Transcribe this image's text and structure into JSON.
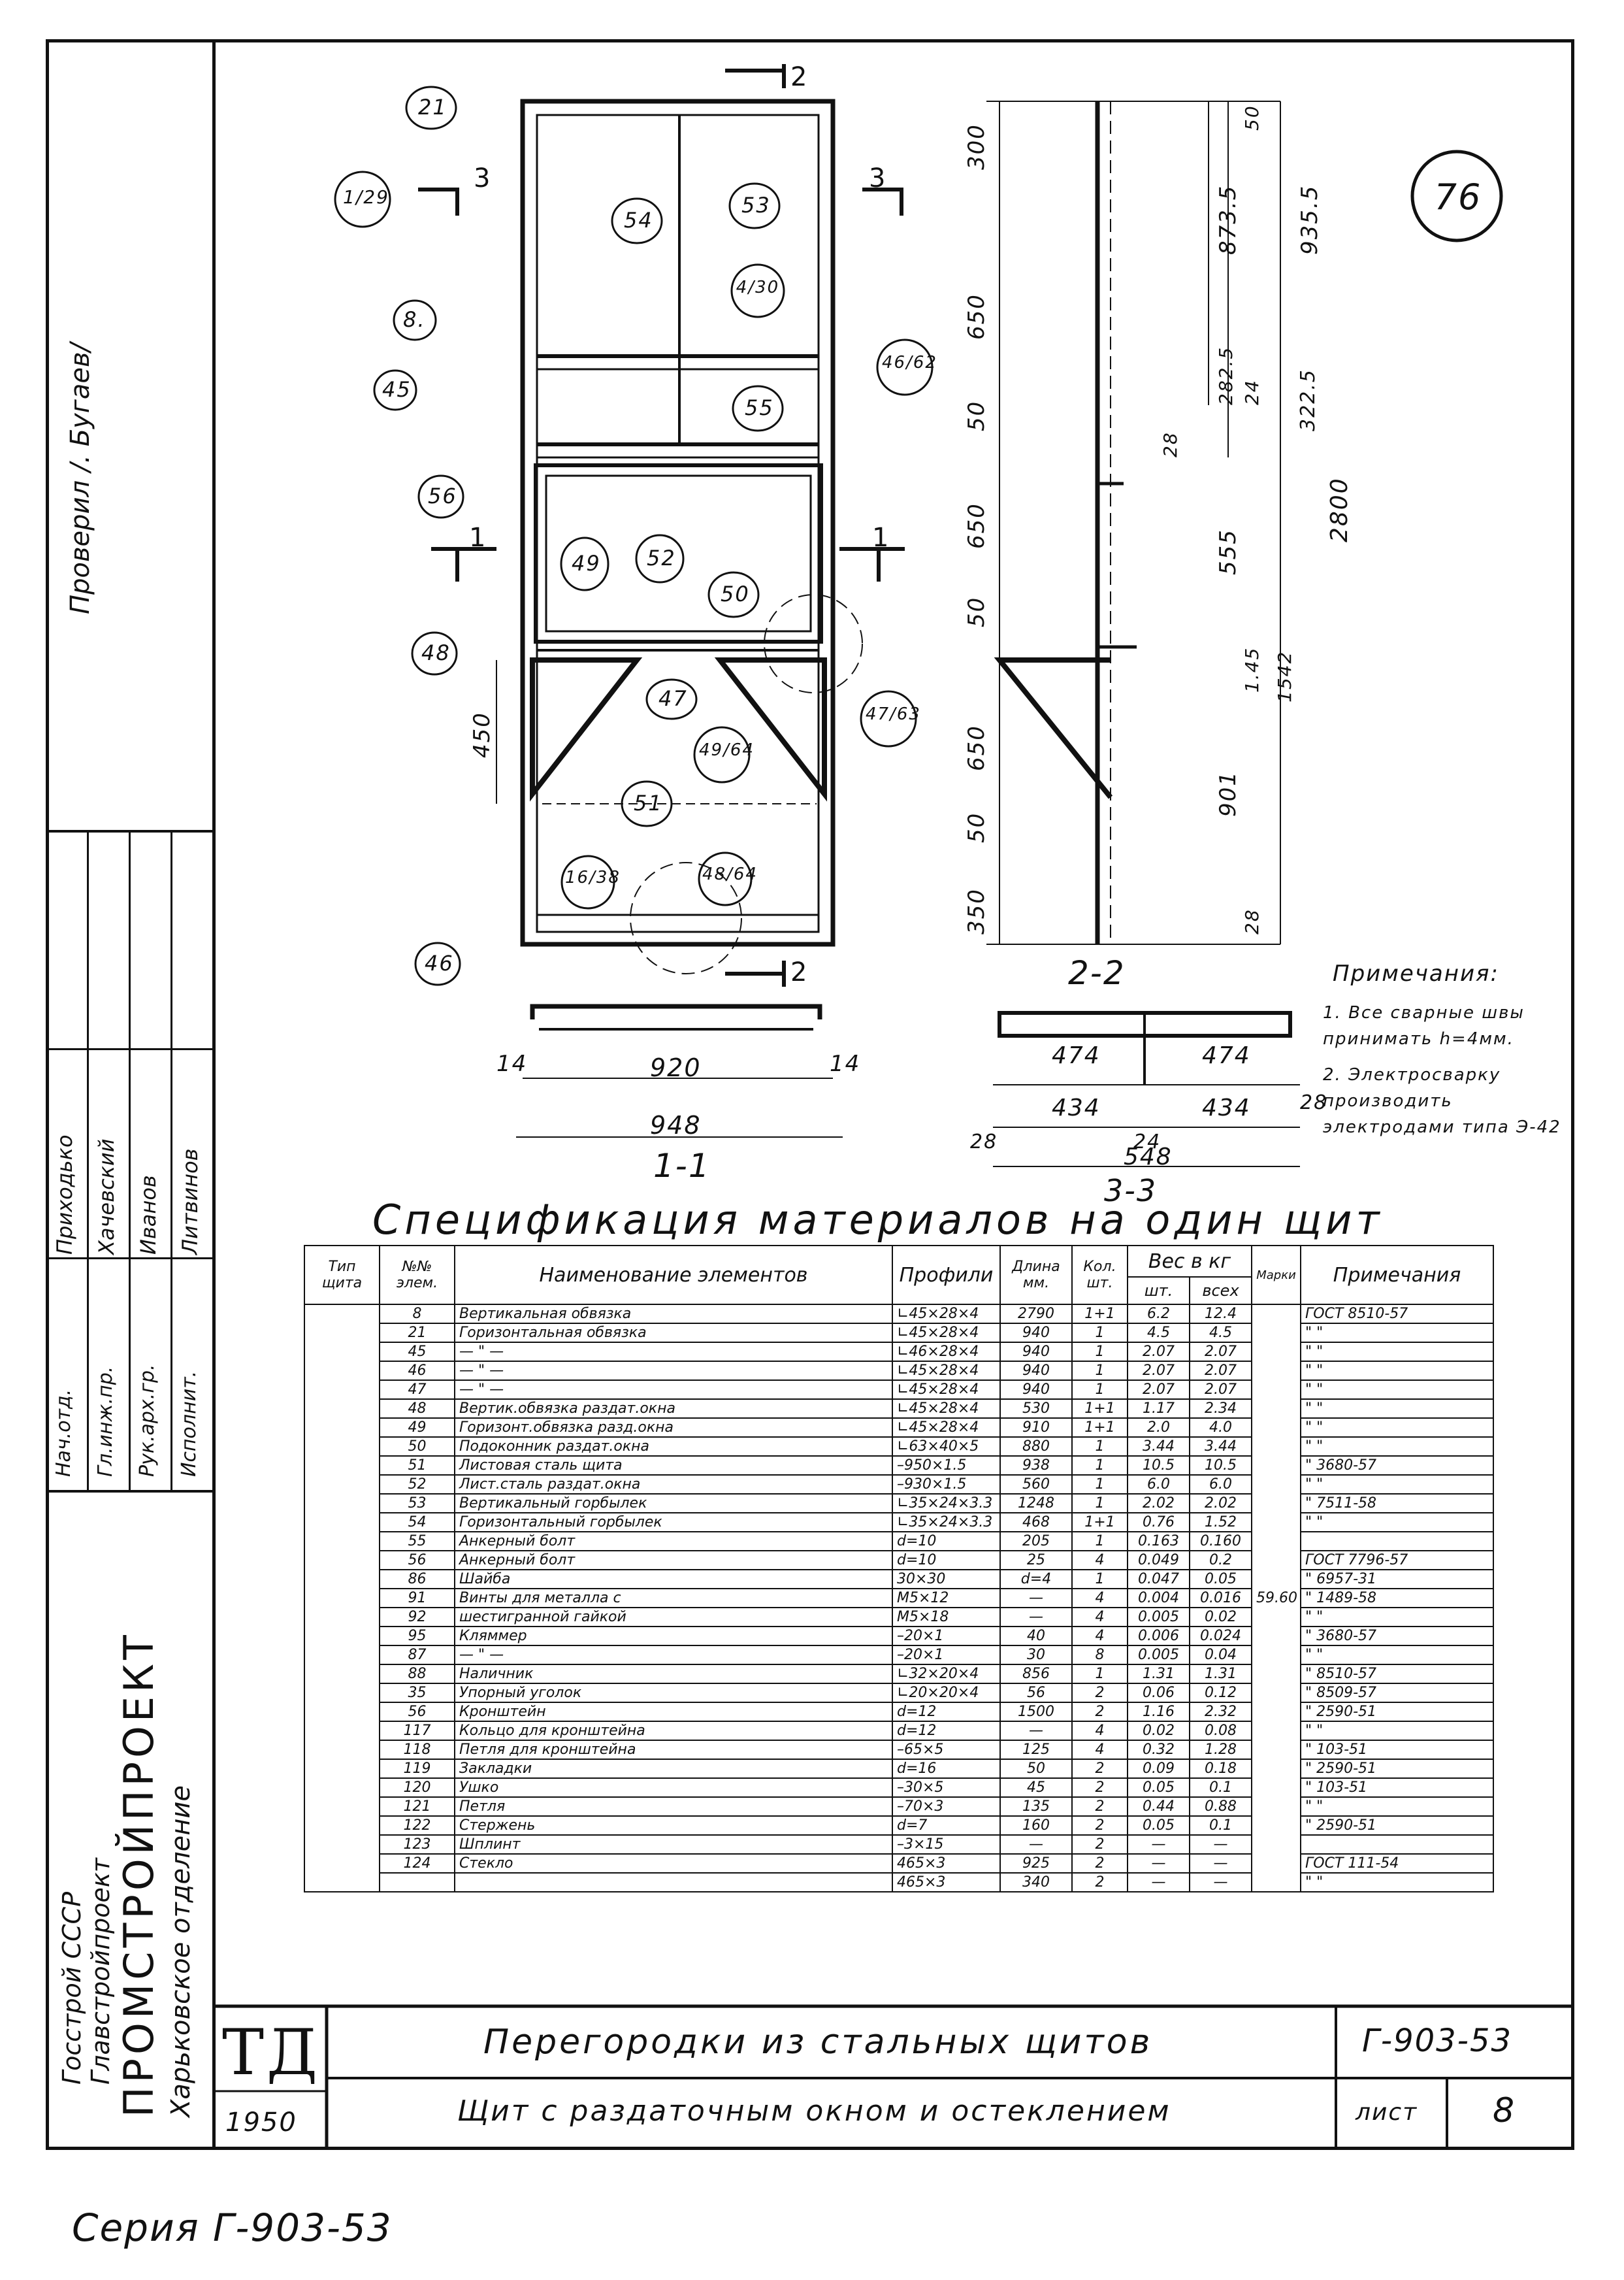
{
  "sheet_code": "76",
  "series_caption": "Серия Г-903-53",
  "checked_by": "Проверил /. Бугаев/",
  "org": {
    "line1": "Госстрой СССР",
    "line2": "Главстройпроект",
    "name": "ПРОМСТРОЙПРОЕКТ",
    "branch": "Харьковское отделение"
  },
  "signatures": [
    {
      "role": "Нач.отд.",
      "name": "Приходько"
    },
    {
      "role": "Гл.инж.пр.",
      "name": "Хачевский"
    },
    {
      "role": "Рук.арх.гр.",
      "name": "Иванов"
    },
    {
      "role": "Исполнит.",
      "name": "Литвинов"
    }
  ],
  "title_block": {
    "td": "ТД",
    "year": "1950",
    "title": "Перегородки из стальных щитов",
    "subtitle": "Щит с раздаточным окном и остеклением",
    "code": "Г-903-53",
    "sheet_label": "лист",
    "sheet_no": "8"
  },
  "drawing": {
    "section_marks": [
      "2",
      "3",
      "1",
      "2",
      "3",
      "1"
    ],
    "callouts": [
      "21",
      "1/29",
      "54",
      "53",
      "4/30",
      "8.",
      "45",
      "46/62",
      "55",
      "56",
      "49",
      "52",
      "50",
      "48",
      "47",
      "47/63",
      "49/64",
      "51",
      "16/38",
      "48/64",
      "46"
    ],
    "dim_left": [
      "450"
    ],
    "dim_main": [
      "300",
      "650",
      "50",
      "650",
      "50",
      "650",
      "50",
      "350"
    ],
    "dim_right": [
      "873.5",
      "935.5",
      "282.5",
      "24",
      "322.5",
      "555",
      "28",
      "1.45",
      "1542",
      "901",
      "28",
      "2800",
      "50"
    ],
    "view_labels": [
      "1-1",
      "2-2",
      "3-3"
    ],
    "section11_dims": [
      "14",
      "920",
      "14",
      "948"
    ],
    "section33_dims": [
      "474",
      "474",
      "434",
      "434",
      "28",
      "24",
      "28",
      "548"
    ]
  },
  "notes": {
    "title": "Примечания:",
    "items": [
      "1. Все сварные швы принимать h=4мм.",
      "2. Электросварку производить электродами типа Э-42"
    ]
  },
  "spec": {
    "title": "Спецификация материалов на один щит",
    "headers": {
      "type": "Тип щита",
      "num": "№№ элем.",
      "name": "Наименование элементов",
      "profile": "Профили",
      "length": "Длина мм.",
      "qty": "Кол. шт.",
      "weight": "Вес в кг",
      "w_each": "шт.",
      "w_total": "всех",
      "mark": "Марки",
      "note": "Примечания"
    },
    "total_weight": "59.60",
    "rows": [
      {
        "n": "8",
        "name": "Вертикальная обвязка",
        "profile": "∟45×28×4",
        "len": "2790",
        "qty": "1+1",
        "we": "6.2",
        "wt": "12.4",
        "note": "ГОСТ 8510-57"
      },
      {
        "n": "21",
        "name": "Горизонтальная обвязка",
        "profile": "∟45×28×4",
        "len": "940",
        "qty": "1",
        "we": "4.5",
        "wt": "4.5",
        "note": "\" \""
      },
      {
        "n": "45",
        "name": "— \" —",
        "profile": "∟46×28×4",
        "len": "940",
        "qty": "1",
        "we": "2.07",
        "wt": "2.07",
        "note": "\" \""
      },
      {
        "n": "46",
        "name": "— \" —",
        "profile": "∟45×28×4",
        "len": "940",
        "qty": "1",
        "we": "2.07",
        "wt": "2.07",
        "note": "\" \""
      },
      {
        "n": "47",
        "name": "— \" —",
        "profile": "∟45×28×4",
        "len": "940",
        "qty": "1",
        "we": "2.07",
        "wt": "2.07",
        "note": "\" \""
      },
      {
        "n": "48",
        "name": "Вертик.обвязка раздат.окна",
        "profile": "∟45×28×4",
        "len": "530",
        "qty": "1+1",
        "we": "1.17",
        "wt": "2.34",
        "note": "\" \""
      },
      {
        "n": "49",
        "name": "Горизонт.обвязка разд.окна",
        "profile": "∟45×28×4",
        "len": "910",
        "qty": "1+1",
        "we": "2.0",
        "wt": "4.0",
        "note": "\" \""
      },
      {
        "n": "50",
        "name": "Подоконник раздат.окна",
        "profile": "∟63×40×5",
        "len": "880",
        "qty": "1",
        "we": "3.44",
        "wt": "3.44",
        "note": "\" \""
      },
      {
        "n": "51",
        "name": "Листовая сталь щита",
        "profile": "–950×1.5",
        "len": "938",
        "qty": "1",
        "we": "10.5",
        "wt": "10.5",
        "note": "\" 3680-57"
      },
      {
        "n": "52",
        "name": "Лист.сталь раздат.окна",
        "profile": "–930×1.5",
        "len": "560",
        "qty": "1",
        "we": "6.0",
        "wt": "6.0",
        "note": "\" \""
      },
      {
        "n": "53",
        "name": "Вертикальный горбылек",
        "profile": "∟35×24×3.3",
        "len": "1248",
        "qty": "1",
        "we": "2.02",
        "wt": "2.02",
        "note": "\" 7511-58"
      },
      {
        "n": "54",
        "name": "Горизонтальный горбылек",
        "profile": "∟35×24×3.3",
        "len": "468",
        "qty": "1+1",
        "we": "0.76",
        "wt": "1.52",
        "note": "\" \""
      },
      {
        "n": "55",
        "name": "Анкерный болт",
        "profile": "d=10",
        "len": "205",
        "qty": "1",
        "we": "0.163",
        "wt": "0.160",
        "note": ""
      },
      {
        "n": "56",
        "name": "Анкерный болт",
        "profile": "d=10",
        "len": "25",
        "qty": "4",
        "we": "0.049",
        "wt": "0.2",
        "note": "ГОСТ 7796-57"
      },
      {
        "n": "86",
        "name": "Шайба",
        "profile": "30×30",
        "len": "d=4",
        "qty": "1",
        "we": "0.047",
        "wt": "0.05",
        "note": "\" 6957-31"
      },
      {
        "n": "91",
        "name": "Винты для металла с",
        "profile": "M5×12",
        "len": "—",
        "qty": "4",
        "we": "0.004",
        "wt": "0.016",
        "note": "\" 1489-58"
      },
      {
        "n": "92",
        "name": "шестигранной гайкой",
        "profile": "M5×18",
        "len": "—",
        "qty": "4",
        "we": "0.005",
        "wt": "0.02",
        "note": "\" \""
      },
      {
        "n": "95",
        "name": "Кляммер",
        "profile": "–20×1",
        "len": "40",
        "qty": "4",
        "we": "0.006",
        "wt": "0.024",
        "note": "\" 3680-57"
      },
      {
        "n": "87",
        "name": "— \" —",
        "profile": "–20×1",
        "len": "30",
        "qty": "8",
        "we": "0.005",
        "wt": "0.04",
        "note": "\" \""
      },
      {
        "n": "88",
        "name": "Наличник",
        "profile": "∟32×20×4",
        "len": "856",
        "qty": "1",
        "we": "1.31",
        "wt": "1.31",
        "note": "\" 8510-57"
      },
      {
        "n": "35",
        "name": "Упорный уголок",
        "profile": "∟20×20×4",
        "len": "56",
        "qty": "2",
        "we": "0.06",
        "wt": "0.12",
        "note": "\" 8509-57"
      },
      {
        "n": "56",
        "name": "Кронштейн",
        "profile": "d=12",
        "len": "1500",
        "qty": "2",
        "we": "1.16",
        "wt": "2.32",
        "note": "\" 2590-51"
      },
      {
        "n": "117",
        "name": "Кольцо для кронштейна",
        "profile": "d=12",
        "len": "—",
        "qty": "4",
        "we": "0.02",
        "wt": "0.08",
        "note": "\" \""
      },
      {
        "n": "118",
        "name": "Петля для кронштейна",
        "profile": "–65×5",
        "len": "125",
        "qty": "4",
        "we": "0.32",
        "wt": "1.28",
        "note": "\" 103-51"
      },
      {
        "n": "119",
        "name": "Закладки",
        "profile": "d=16",
        "len": "50",
        "qty": "2",
        "we": "0.09",
        "wt": "0.18",
        "note": "\" 2590-51"
      },
      {
        "n": "120",
        "name": "Ушко",
        "profile": "–30×5",
        "len": "45",
        "qty": "2",
        "we": "0.05",
        "wt": "0.1",
        "note": "\" 103-51"
      },
      {
        "n": "121",
        "name": "Петля",
        "profile": "–70×3",
        "len": "135",
        "qty": "2",
        "we": "0.44",
        "wt": "0.88",
        "note": "\" \""
      },
      {
        "n": "122",
        "name": "Стержень",
        "profile": "d=7",
        "len": "160",
        "qty": "2",
        "we": "0.05",
        "wt": "0.1",
        "note": "\" 2590-51"
      },
      {
        "n": "123",
        "name": "Шплинт",
        "profile": "–3×15",
        "len": "—",
        "qty": "2",
        "we": "—",
        "wt": "—",
        "note": ""
      },
      {
        "n": "124",
        "name": "Стекло",
        "profile": "465×3",
        "len": "925",
        "qty": "2",
        "we": "—",
        "wt": "—",
        "note": "ГОСТ 111-54"
      },
      {
        "n": "",
        "name": "",
        "profile": "465×3",
        "len": "340",
        "qty": "2",
        "we": "—",
        "wt": "—",
        "note": "\" \""
      }
    ]
  }
}
